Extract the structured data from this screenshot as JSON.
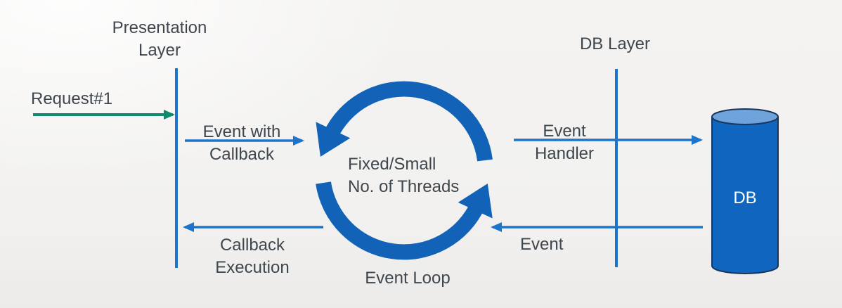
{
  "layers": {
    "presentation": {
      "line1": "Presentation",
      "line2": "Layer"
    },
    "db": {
      "label": "DB Layer"
    }
  },
  "event_loop": {
    "center_line1": "Fixed/Small",
    "center_line2": "No. of Threads",
    "caption": "Event Loop"
  },
  "database": {
    "label": "DB"
  },
  "arrows": {
    "request": {
      "label": "Request#1"
    },
    "event_with_callback": {
      "line1": "Event with",
      "line2": "Callback"
    },
    "event_handler": {
      "line1": "Event",
      "line2": "Handler"
    },
    "event_from_db": {
      "label": "Event"
    },
    "callback_execution": {
      "line1": "Callback",
      "line2": "Execution"
    }
  },
  "colors": {
    "arrow_blue": "#1c75cb",
    "loop_blue": "#1263b8",
    "request_green": "#0e8a6e",
    "text_gray": "#3f474e",
    "cylinder_body": "#1065bf",
    "cylinder_top": "#6fa3dc",
    "cylinder_outline": "#17375f",
    "db_text": "#ffffff"
  }
}
